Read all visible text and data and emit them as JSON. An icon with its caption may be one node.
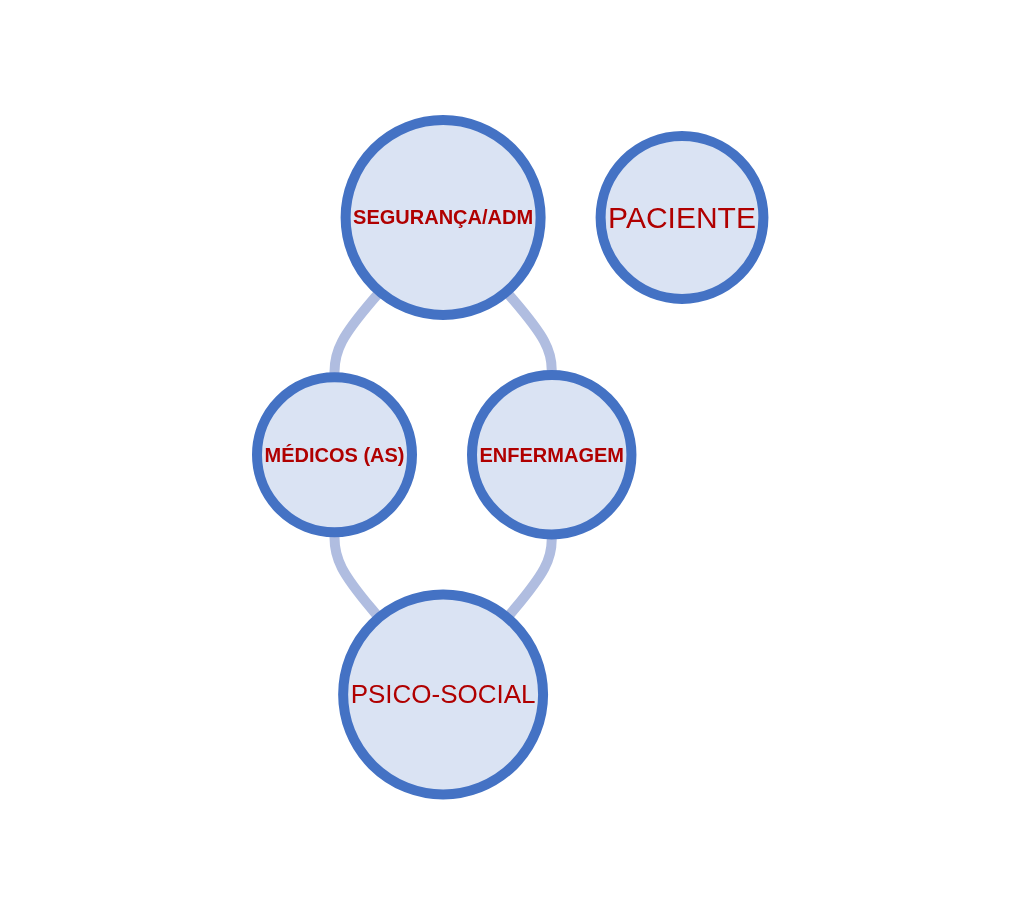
{
  "diagram": {
    "nodes": [
      {
        "text": [
          "SEGURANÇA/ADM"
        ]
      },
      {
        "text": [
          "MÉDICOS (AS)"
        ]
      },
      {
        "text": [
          "PACIENTE"
        ]
      },
      {
        "text": [
          "ENFERMAGEM"
        ]
      },
      {
        "text": [
          "PSICO-SOCIAL"
        ]
      }
    ],
    "edges": [
      {
        "from": 0,
        "to": 1,
        "arrow": "none"
      },
      {
        "from": 0,
        "to": 3,
        "arrow": "none"
      },
      {
        "from": 1,
        "to": 4,
        "arrow": "none"
      },
      {
        "from": 3,
        "to": 4,
        "arrow": "none"
      }
    ]
  }
}
